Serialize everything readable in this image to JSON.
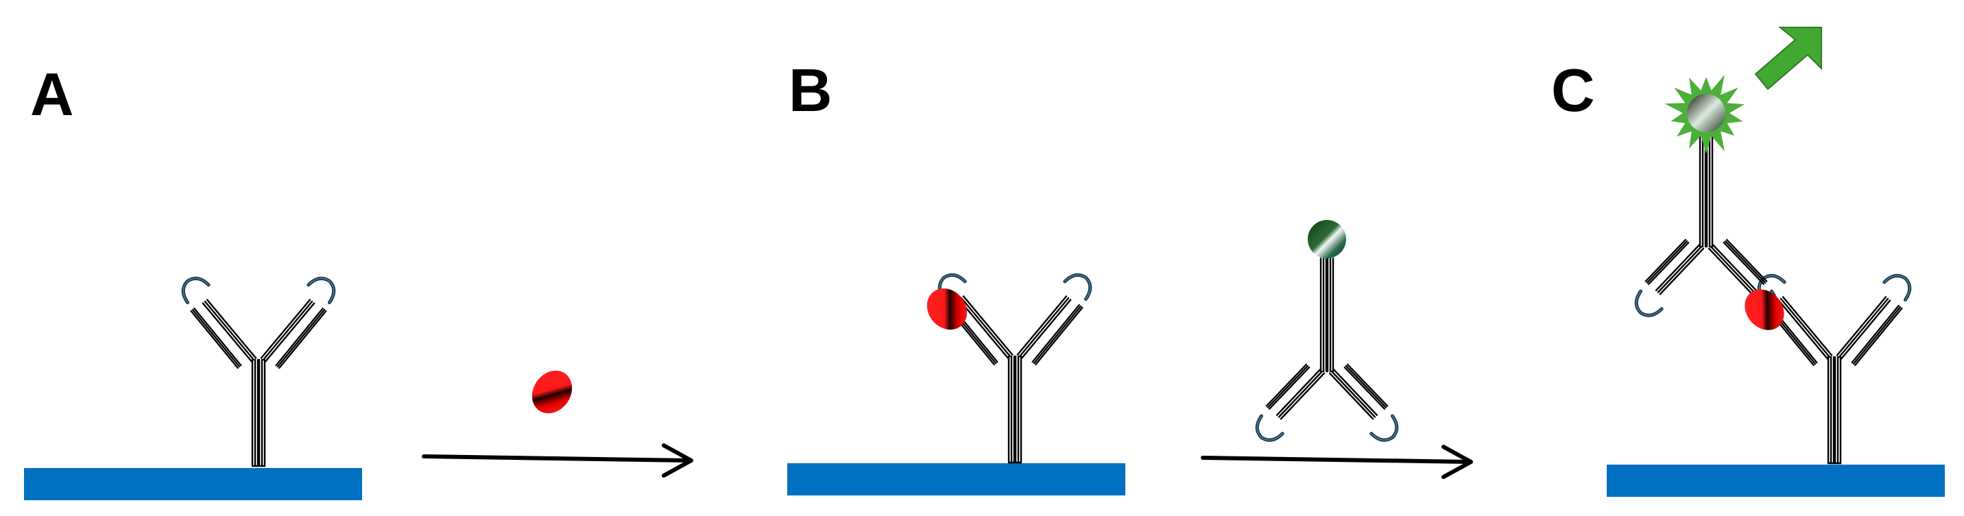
{
  "panels": [
    {
      "id": "A",
      "label": "A"
    },
    {
      "id": "B",
      "label": "B"
    },
    {
      "id": "C",
      "label": "C"
    }
  ],
  "colors": {
    "substrate": "#0070C0",
    "antibody_stroke": "#000000",
    "antibody_tip": "#1F3A4A",
    "antigen": "#FF1010",
    "antigen_dark": "#200000",
    "label_sphere": "#1E6B2A",
    "label_sphere_light": "#F2F6F2",
    "burst": "#4CAF3A",
    "signal_arrow": "#43A832",
    "signal_arrow_dark": "#2E7D22",
    "process_arrow": "#000000"
  },
  "icons": {
    "capture_antibody": "y-antibody-icon",
    "detection_antibody": "inverted-y-antibody-icon",
    "antigen": "antigen-ellipse-icon",
    "label": "fluorescent-label-icon",
    "signal": "signal-emission-arrow-icon",
    "step": "step-arrow-icon"
  }
}
